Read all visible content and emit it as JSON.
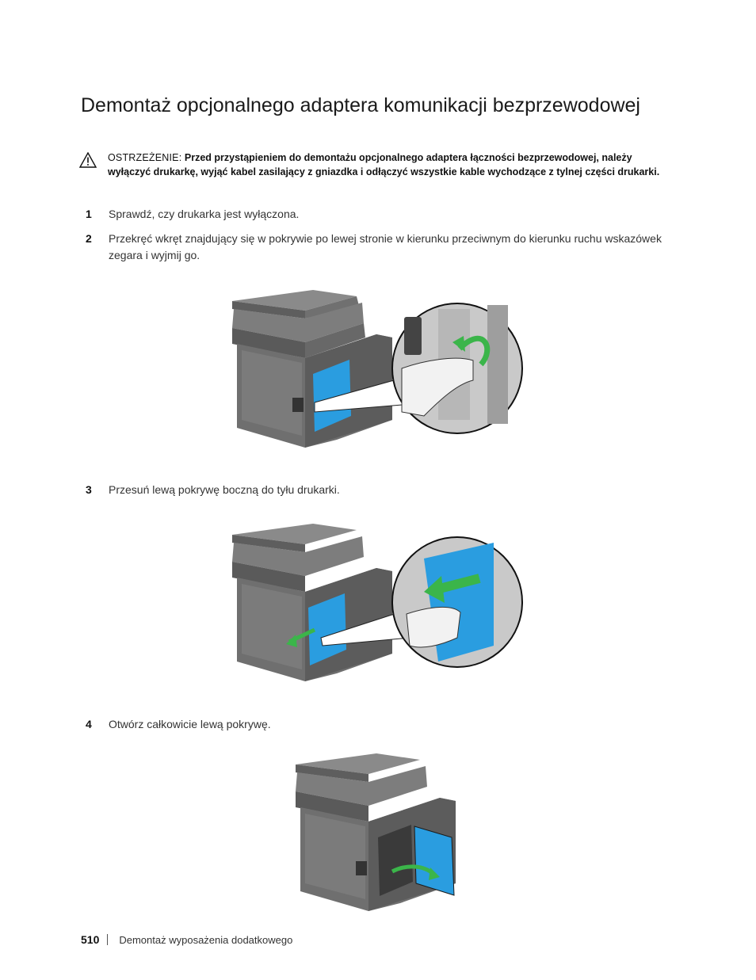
{
  "page": {
    "title": "Demontaż opcjonalnego adaptera komunikacji bezprzewodowej",
    "warning": {
      "icon": "warning-triangle-icon",
      "label": "OSTRZEŻENIE:",
      "text": "Przed przystąpieniem do demontażu opcjonalnego adaptera łączności bezprzewodowej, należy wyłączyć drukarkę, wyjąć kabel zasilający z gniazdka i odłączyć wszystkie kable wychodzące z tylnej części drukarki."
    },
    "steps": [
      {
        "number": "1",
        "text": "Sprawdź, czy drukarka jest wyłączona."
      },
      {
        "number": "2",
        "text": "Przekręć wkręt znajdujący się w pokrywie po lewej stronie w kierunku przeciwnym do kierunku ruchu wskazówek zegara i wyjmij go."
      },
      {
        "number": "3",
        "text": "Przesuń lewą pokrywę boczną do tyłu drukarki."
      },
      {
        "number": "4",
        "text": "Otwórz całkowicie lewą pokrywę."
      }
    ],
    "colors": {
      "cover_blue": "#2a9de0",
      "arrow_green": "#3bb54a",
      "printer_gray": "#6f6f6f"
    },
    "footer": {
      "page_number": "510",
      "section": "Demontaż wyposażenia dodatkowego"
    }
  }
}
